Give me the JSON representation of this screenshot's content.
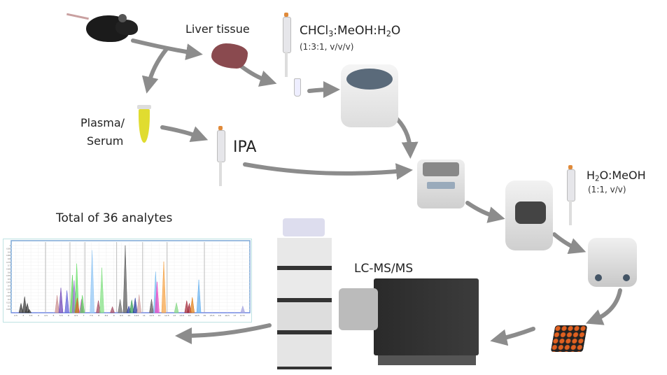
{
  "labels": {
    "liver": "Liver tissue",
    "extraction_solvent": {
      "a": "CHCl",
      "a_sub": "3",
      "b": ":MeOH:H",
      "b_sub": "2",
      "c": "O"
    },
    "extraction_ratio": "(1:3:1, v/v/v)",
    "plasma_line1": "Plasma/",
    "plasma_line2": "Serum",
    "ipa": "IPA",
    "reconstitution_solvent": {
      "a": "H",
      "a_sub": "2",
      "b": "O:MeOH"
    },
    "reconstitution_ratio": "(1:1, v/v)",
    "total_analytes": "Total of 36 analytes",
    "lcms": "LC-MS/MS"
  },
  "colors": {
    "arrow": "#8c8c8c",
    "liver": "#8a4a4f",
    "plasma": "#d9d62a",
    "chart_border": "#7aa7d6"
  },
  "chart_data": {
    "type": "area",
    "xlim": [
      2.2,
      18.0
    ],
    "ylim": [
      0,
      1.05
    ],
    "grid": true,
    "x_ticks": [
      2.5,
      3,
      3.5,
      4,
      4.5,
      5,
      5.5,
      6,
      6.5,
      7,
      7.5,
      8,
      8.5,
      9,
      9.5,
      10,
      10.5,
      11,
      11.5,
      12,
      12.5,
      13,
      13.5,
      14,
      14.5,
      15,
      15.5,
      16,
      16.5,
      17,
      17.5
    ],
    "y_ticks": [
      0.05,
      0.1,
      0.15,
      0.2,
      0.25,
      0.3,
      0.35,
      0.4,
      0.45,
      0.5,
      0.55,
      0.6,
      0.65,
      0.7,
      0.75,
      0.8,
      0.85,
      0.9,
      0.95,
      1
    ],
    "segment_lines": [
      4.47,
      6.09,
      7.08,
      9.18,
      10.9,
      12.52,
      14.99
    ],
    "peaks": [
      {
        "x": 2.85,
        "y": 0.14,
        "color": "#333333"
      },
      {
        "x": 3.09,
        "y": 0.24,
        "color": "#333333"
      },
      {
        "x": 3.27,
        "y": 0.14,
        "color": "#333333"
      },
      {
        "x": 3.39,
        "y": 0.05,
        "color": "#333333"
      },
      {
        "x": 5.24,
        "y": 0.26,
        "color": "#c98b8b"
      },
      {
        "x": 5.49,
        "y": 0.37,
        "color": "#6a3fb5"
      },
      {
        "x": 5.89,
        "y": 0.33,
        "color": "#5b5bd6"
      },
      {
        "x": 6.25,
        "y": 0.56,
        "color": "#4fd14f"
      },
      {
        "x": 6.37,
        "y": 0.48,
        "color": "#9a6ad6"
      },
      {
        "x": 6.54,
        "y": 0.73,
        "color": "#5fe05f"
      },
      {
        "x": 6.57,
        "y": 0.22,
        "color": "#d9541a"
      },
      {
        "x": 6.85,
        "y": 0.2,
        "color": "#e040e0"
      },
      {
        "x": 6.91,
        "y": 0.26,
        "color": "#4fd14f"
      },
      {
        "x": 7.56,
        "y": 0.93,
        "color": "#8ec5f5"
      },
      {
        "x": 7.97,
        "y": 0.18,
        "color": "#a0405a"
      },
      {
        "x": 8.2,
        "y": 0.67,
        "color": "#7fe07f"
      },
      {
        "x": 8.9,
        "y": 0.09,
        "color": "#a0405a"
      },
      {
        "x": 9.41,
        "y": 0.2,
        "color": "#666666"
      },
      {
        "x": 9.75,
        "y": 1.0,
        "color": "#555555"
      },
      {
        "x": 9.99,
        "y": 0.1,
        "color": "#1a2f9a"
      },
      {
        "x": 10.18,
        "y": 0.19,
        "color": "#2e9a4e"
      },
      {
        "x": 10.41,
        "y": 0.22,
        "color": "#1a2f9a"
      },
      {
        "x": 10.67,
        "y": 0.27,
        "color": "#d1a0a0"
      },
      {
        "x": 11.49,
        "y": 0.2,
        "color": "#555555"
      },
      {
        "x": 11.76,
        "y": 0.61,
        "color": "#70b8f0"
      },
      {
        "x": 11.86,
        "y": 0.46,
        "color": "#f040c0"
      },
      {
        "x": 12.3,
        "y": 0.76,
        "color": "#f5a040"
      },
      {
        "x": 13.14,
        "y": 0.15,
        "color": "#7fd67f"
      },
      {
        "x": 13.82,
        "y": 0.18,
        "color": "#a02030"
      },
      {
        "x": 13.99,
        "y": 0.14,
        "color": "#a02030"
      },
      {
        "x": 14.19,
        "y": 0.23,
        "color": "#e07a10"
      },
      {
        "x": 14.62,
        "y": 0.49,
        "color": "#60aef0"
      },
      {
        "x": 17.53,
        "y": 0.1,
        "color": "#a0a0e0"
      }
    ]
  }
}
